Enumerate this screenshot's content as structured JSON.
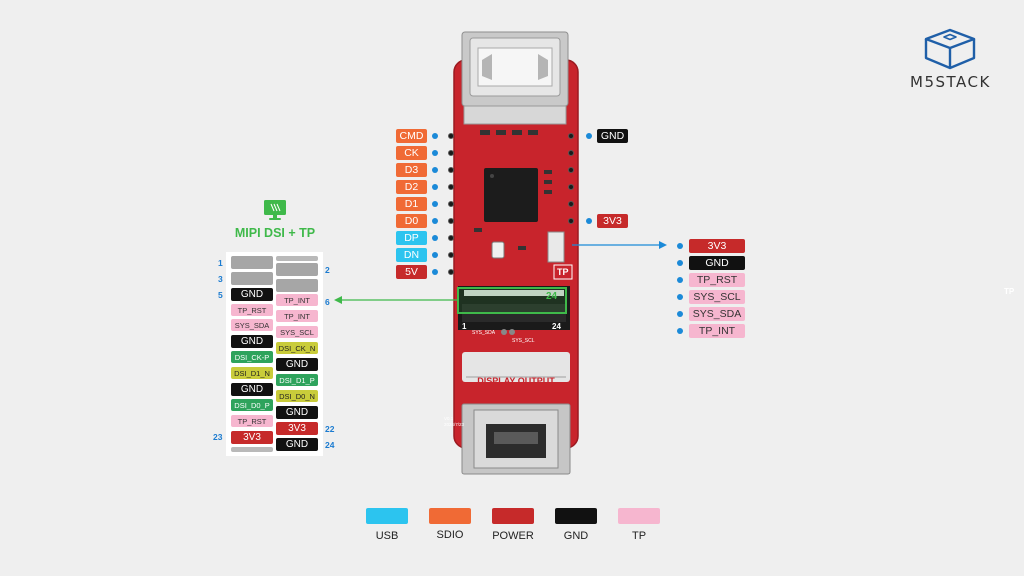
{
  "brand": {
    "name": "M5STACK"
  },
  "colors": {
    "usb": "#2cc4ef",
    "sdio": "#f06a35",
    "power": "#c62a2a",
    "gnd": "#111111",
    "tp": "#f6b6cf",
    "dsi_green": "#2ea35c",
    "dsi_yellow": "#c9cc3a",
    "connector_green": "#3fb94a",
    "arrow_blue": "#1b8ad8"
  },
  "left_labels": [
    {
      "label": "CMD",
      "type": "sdio"
    },
    {
      "label": "CK",
      "type": "sdio"
    },
    {
      "label": "D3",
      "type": "sdio"
    },
    {
      "label": "D2",
      "type": "sdio"
    },
    {
      "label": "D1",
      "type": "sdio"
    },
    {
      "label": "D0",
      "type": "sdio"
    },
    {
      "label": "DP",
      "type": "usb"
    },
    {
      "label": "DN",
      "type": "usb"
    },
    {
      "label": "5V",
      "type": "power"
    }
  ],
  "right_labels": {
    "gnd": "GND",
    "v33": "3V3"
  },
  "tp_connector": {
    "label": "TP",
    "pins": [
      {
        "label": "3V3",
        "type": "power"
      },
      {
        "label": "GND",
        "type": "gnd"
      },
      {
        "label": "TP_RST",
        "type": "tp"
      },
      {
        "label": "SYS_SCL",
        "type": "tp"
      },
      {
        "label": "SYS_SDA",
        "type": "tp"
      },
      {
        "label": "TP_INT",
        "type": "tp"
      }
    ]
  },
  "mipi": {
    "icon": "monitor-icon",
    "title": "MIPI DSI + TP",
    "left_pins": [
      {
        "label": "",
        "type": "blank"
      },
      {
        "label": "",
        "type": "blank"
      },
      {
        "label": "GND",
        "type": "gnd"
      },
      {
        "label": "TP_RST",
        "type": "tp"
      },
      {
        "label": "SYS_SDA",
        "type": "tp"
      },
      {
        "label": "GND",
        "type": "gnd"
      },
      {
        "label": "DSI_CK-P",
        "type": "dsi_green"
      },
      {
        "label": "DSI_D1_N",
        "type": "dsi_yellow"
      },
      {
        "label": "GND",
        "type": "gnd"
      },
      {
        "label": "DSI_D0_P",
        "type": "dsi_green"
      },
      {
        "label": "TP_RST",
        "type": "tp"
      },
      {
        "label": "3V3",
        "type": "power"
      },
      {
        "label": "",
        "type": "thin"
      }
    ],
    "right_pins": [
      {
        "label": "",
        "type": "thin"
      },
      {
        "label": "",
        "type": "blank"
      },
      {
        "label": "",
        "type": "blank"
      },
      {
        "label": "TP_INT",
        "type": "tp"
      },
      {
        "label": "TP_INT",
        "type": "tp"
      },
      {
        "label": "SYS_SCL",
        "type": "tp"
      },
      {
        "label": "DSI_CK_N",
        "type": "dsi_yellow"
      },
      {
        "label": "GND",
        "type": "gnd"
      },
      {
        "label": "DSI_D1_P",
        "type": "dsi_green"
      },
      {
        "label": "DSI_D0_N",
        "type": "dsi_yellow"
      },
      {
        "label": "GND",
        "type": "gnd"
      },
      {
        "label": "3V3",
        "type": "power"
      },
      {
        "label": "GND",
        "type": "gnd"
      }
    ],
    "numbers": {
      "n1": "1",
      "n2": "2",
      "n3": "3",
      "n5": "5",
      "n6": "6",
      "n22": "22",
      "n23": "23",
      "n24": "24"
    }
  },
  "board": {
    "fpc_left_num": "1",
    "fpc_right_num": "24",
    "fpc_overlay_num": "24",
    "silk_sda": "SYS_SDA",
    "silk_scl": "SYS_SCL",
    "display_output": "DISPLAY OUTPUT",
    "tp_silk": "TP",
    "version": "V0.1 2024/7/23"
  },
  "legend": [
    {
      "label": "USB",
      "type": "usb"
    },
    {
      "label": "SDIO",
      "type": "sdio"
    },
    {
      "label": "POWER",
      "type": "power"
    },
    {
      "label": "GND",
      "type": "gnd"
    },
    {
      "label": "TP",
      "type": "tp"
    }
  ]
}
